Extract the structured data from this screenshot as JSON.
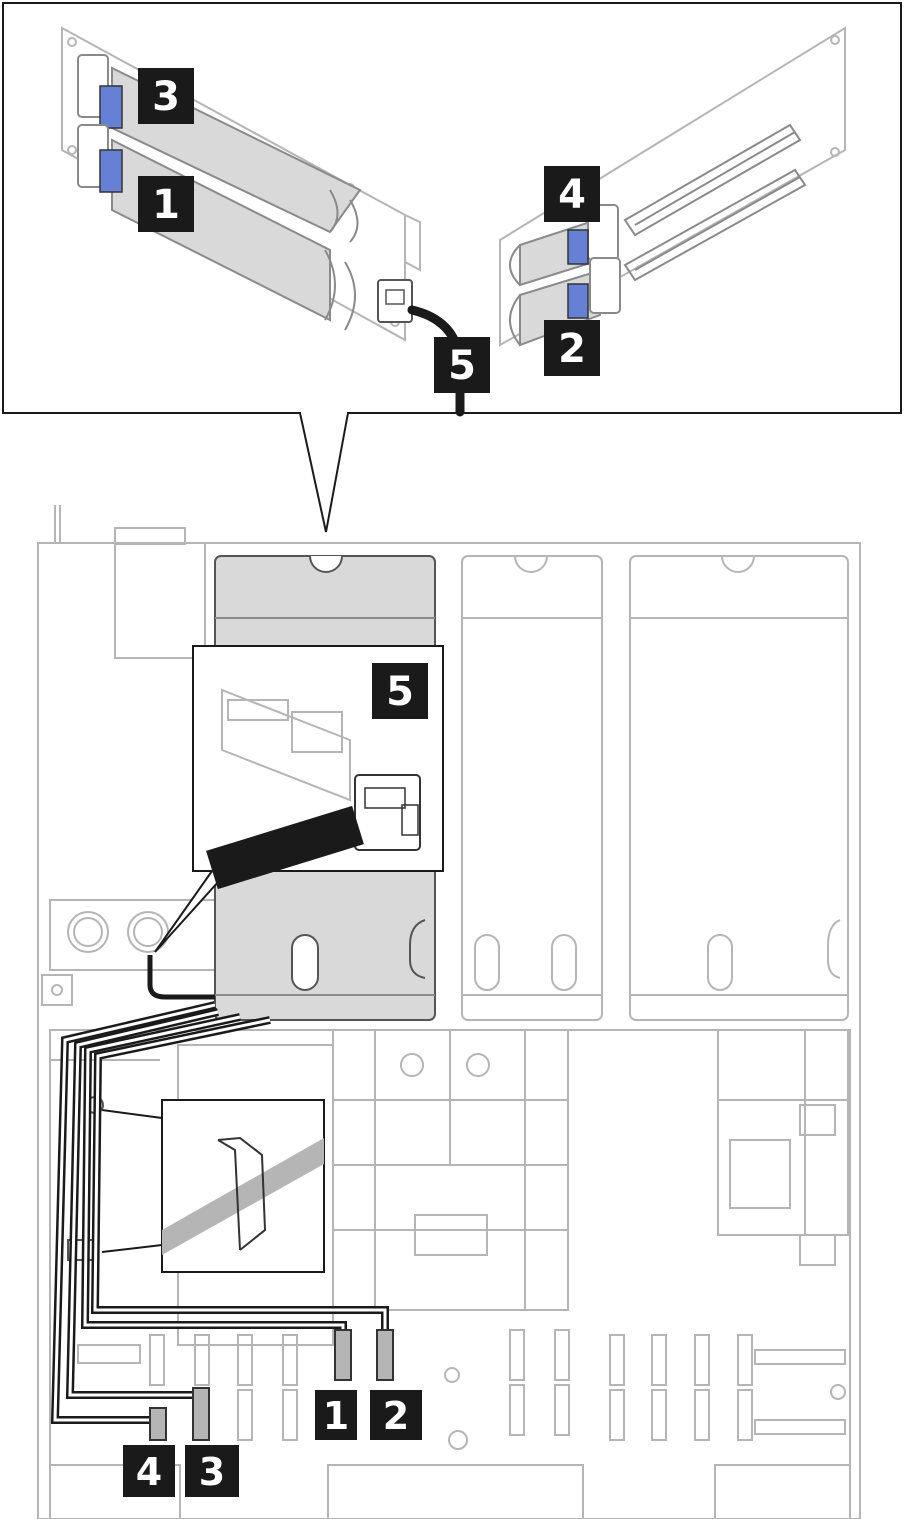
{
  "callouts": {
    "top": {
      "label_1": "1",
      "label_2": "2",
      "label_3": "3",
      "label_4": "4",
      "label_5": "5"
    },
    "inset": {
      "label_5": "5"
    },
    "bottom": {
      "label_1": "1",
      "label_2": "2",
      "label_3": "3",
      "label_4": "4"
    }
  },
  "colors": {
    "cable_fill": "#d9d9d9",
    "connector_blue": "#6680d6",
    "power_cable": "#1a1a1a",
    "label_bg": "#1a1a1a",
    "outline": "#b5b5b5"
  }
}
